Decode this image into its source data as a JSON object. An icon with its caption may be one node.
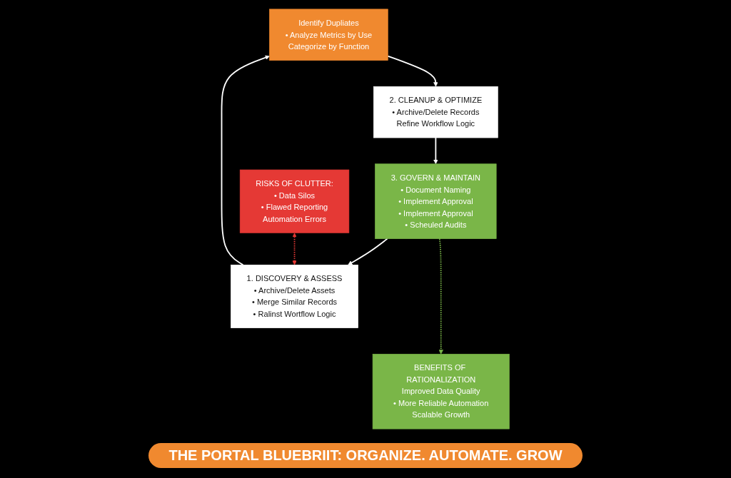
{
  "diagram": {
    "title": "THE PORTAL BLUEBRIIT: ORGANIZE. AUTOMATE. GROW",
    "nodes": [
      {
        "text": [
          "Identify Dupliates",
          "• Analyze Metrics by Use",
          "Categorize by Function"
        ]
      },
      {
        "text": [
          "2. CLEANUP & OPTIMIZE",
          "• Archive/Delete Records",
          "Refine Workflow Logic"
        ]
      },
      {
        "text": [
          "1. DISCOVERY & ASSESS",
          "• Archive/Delete Assets",
          "• Merge Similar Records",
          "• Ralinst Wortflow Logic"
        ]
      },
      {
        "text": [
          "3. GOVERN & MAINTAIN",
          "• Document Naming",
          "• Implement Approval",
          "• Implement Approval",
          "• Scheuled Audits"
        ]
      },
      {
        "text": [
          "RISKS OF CLUTTER:",
          "• Data Silos",
          "• Flawed Reporting",
          "Automation Errors"
        ]
      },
      {
        "text": [
          "BENEFITS OF RATIONALIZATION",
          "Improved Data Quality",
          "• More Reliable Automation",
          "Scalable Growth"
        ]
      }
    ],
    "edges": [
      {
        "from": 0,
        "to": 1,
        "arrow": "to"
      },
      {
        "from": 1,
        "to": 3,
        "arrow": "to"
      },
      {
        "from": 3,
        "to": 2,
        "arrow": "to"
      },
      {
        "from": 2,
        "to": 0,
        "arrow": "to"
      },
      {
        "from": 4,
        "to": 2,
        "arrow": "both",
        "style": "dashed",
        "color": "#e53935"
      },
      {
        "from": 3,
        "to": 5,
        "arrow": "to",
        "style": "dashed",
        "color": "#7ab648"
      }
    ]
  }
}
